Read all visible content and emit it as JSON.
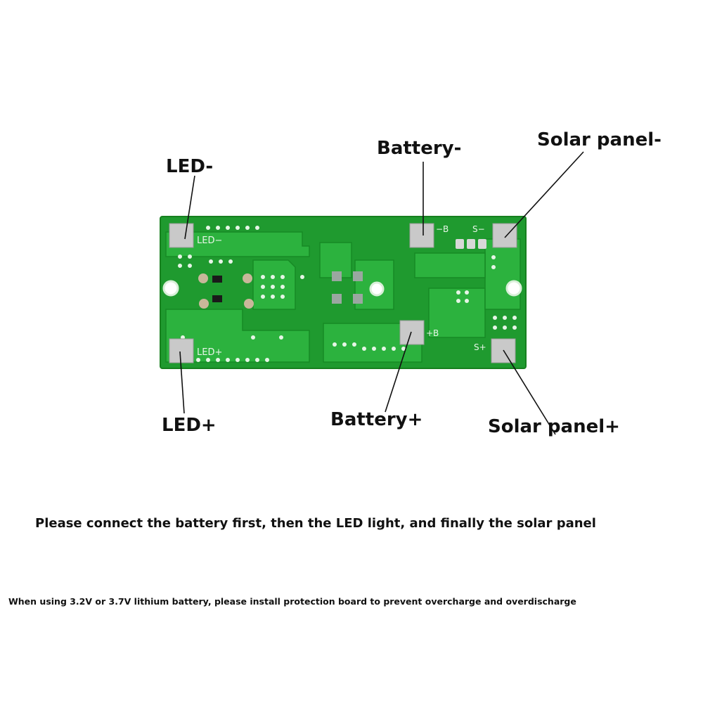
{
  "labels": {
    "led_minus": "LED-",
    "led_plus": "LED+",
    "battery_minus": "Battery-",
    "battery_plus": "Battery+",
    "solar_minus": "Solar panel-",
    "solar_plus": "Solar panel+"
  },
  "board_silkscreen": {
    "led_minus": "LED−",
    "led_plus": "LED+",
    "battery_minus": "−B",
    "battery_plus": "+B",
    "solar_minus": "S−",
    "solar_plus": "S+"
  },
  "notes": {
    "instruction": "Please connect the battery first, then the LED light, and finally the solar panel",
    "warning": "When using 3.2V or 3.7V lithium battery, please install protection board to prevent overcharge and overdischarge"
  },
  "colors": {
    "board": "#1f9a2f",
    "board_trace": "#2fb840",
    "pad": "#c9c9c9",
    "text": "#111111"
  }
}
